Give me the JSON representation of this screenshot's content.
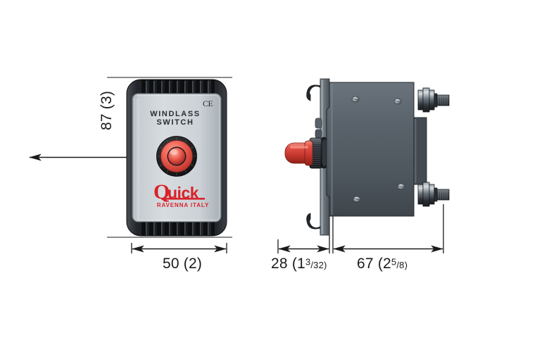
{
  "drawing": {
    "type": "technical-dimension-drawing",
    "product": "Windlass Switch",
    "views": [
      "front",
      "side"
    ],
    "background_color": "#ffffff"
  },
  "front_view": {
    "panel_label_line1": "WINDLASS",
    "panel_label_line2": "SWITCH",
    "certification_mark": "CE",
    "brand_name": "Quick",
    "brand_subtitle": "RAVENNA ITALY",
    "brand_color": "#d8232a",
    "button_color": "#e8534a",
    "housing_color": "#1d2024",
    "faceplate_color": "#cfd4d8"
  },
  "side_view": {
    "plunger_color": "#d9453c",
    "body_color": "#5c656d",
    "flange_color": "#6e767d",
    "terminal_count": 2,
    "screw_count": 4
  },
  "dimensions": {
    "height": {
      "mm": "87",
      "inch": "(3)",
      "text": "87 (3)"
    },
    "width": {
      "mm": "50",
      "inch": "(2)",
      "text": "50 (2)"
    },
    "depth_front": {
      "mm": "28",
      "inch_whole": "(1",
      "inch_num": "3",
      "inch_den": "/32)",
      "text": "28 (1 3/32)"
    },
    "depth_body": {
      "mm": "67",
      "inch_whole": "(2",
      "inch_num": "5",
      "inch_den": "/8)",
      "text": "67 (2 5/8)"
    }
  }
}
